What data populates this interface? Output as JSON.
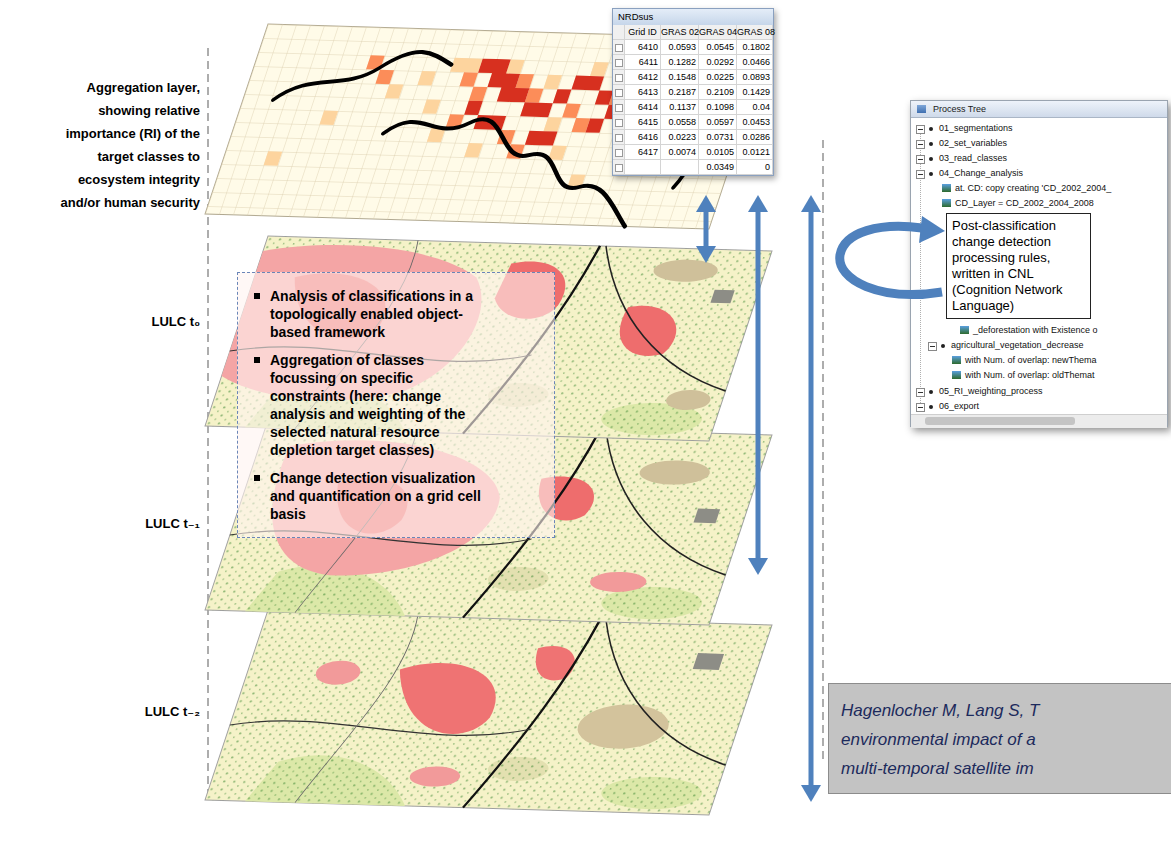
{
  "diagram": {
    "nodes": [
      {
        "text": [
          "Analysis of classifications in a topologically enabled object-based framework",
          "Aggregation of classes focussing on specific constraints (here: change analysis and weighting of the selected natural resource depletion target classes)",
          "Change detection visualization and quantification on a grid cell basis"
        ]
      },
      {
        "text": [
          "Process Tree",
          "01_segmentations",
          "02_set_variables",
          "03_read_classes",
          "04_Change_analysis",
          "at. CD: copy creating 'CD_2002_2004_",
          "CD_Layer = CD_2002_2004_2008",
          "_deforestation with Existence o",
          "agricultural_vegetation_decrease",
          "with Num. of overlap: newThema",
          "with Num. of overlap: oldThemat",
          "05_RI_weighting_process",
          "06_export"
        ]
      },
      {
        "text": [
          "Post-classification change detection processing rules, written in CNL (Cognition Network Language)"
        ],
        "in": 1
      },
      {
        "text": [
          "Hagenlocher M, Lang S, T",
          "environmental impact of a",
          "multi-temporal satellite im"
        ]
      }
    ],
    "labels": [
      "Aggregation layer, showing relative importance (RI) of the target classes to ecosystem integrity and/or human security",
      "LULC t₀",
      "LULC t₋₁",
      "LULC t₋₂",
      "NRDsus",
      "Grid ID",
      "GRAS 02",
      "GRAS 04",
      "GRAS 08",
      "6410",
      "0.0593",
      "0.0545",
      "0.1802",
      "6411",
      "0.1282",
      "0.0292",
      "0.0466",
      "6412",
      "0.1548",
      "0.0225",
      "0.0893",
      "6413",
      "0.2187",
      "0.2109",
      "0.1429",
      "6414",
      "0.1137",
      "0.1098",
      "0.04",
      "6415",
      "0.0558",
      "0.0597",
      "0.0453",
      "6416",
      "0.0223",
      "0.0731",
      "0.0286",
      "6417",
      "0.0074",
      "0.0105",
      "0.0121",
      "0.0349",
      "0"
    ]
  }
}
